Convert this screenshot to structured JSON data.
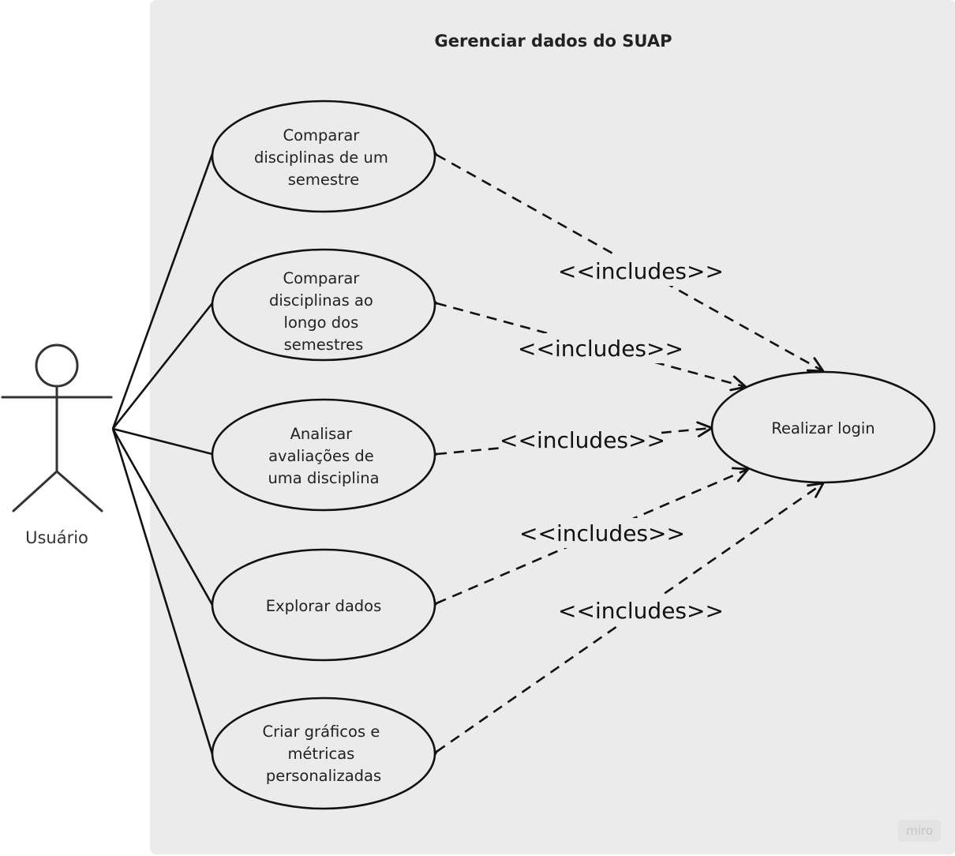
{
  "system": {
    "title": "Gerenciar dados do SUAP"
  },
  "actor": {
    "name": "Usuário"
  },
  "use_cases": [
    {
      "id": "uc1",
      "lines": [
        "Comparar",
        "disciplinas de um",
        "semestre"
      ]
    },
    {
      "id": "uc2",
      "lines": [
        "Comparar",
        "disciplinas ao",
        "longo dos",
        "semestres"
      ]
    },
    {
      "id": "uc3",
      "lines": [
        "Analisar",
        "avaliações de",
        "uma disciplina"
      ]
    },
    {
      "id": "uc4",
      "lines": [
        "Explorar dados"
      ]
    },
    {
      "id": "uc5",
      "lines": [
        "Criar gráficos e",
        "métricas",
        "personalizadas"
      ]
    }
  ],
  "login": {
    "label": "Realizar login"
  },
  "include_label": "<<includes>>",
  "watermark": "miro",
  "colors": {
    "boundary_fill": "#ebebeb",
    "ellipse_fill": "#ebebeb",
    "stroke": "#111111",
    "actor_stroke": "#333333"
  }
}
